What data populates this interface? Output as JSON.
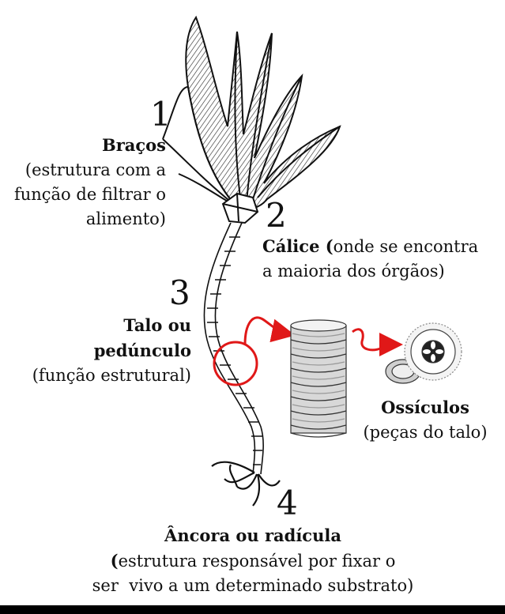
{
  "labels": {
    "one": {
      "number": "1",
      "title": "Braços",
      "desc_1": "(estrutura com a",
      "desc_2": "função de filtrar o",
      "desc_3": "alimento)"
    },
    "two": {
      "number": "2",
      "title": "Cálice (",
      "desc_1": "onde se encontra",
      "desc_2": "a maioria dos órgãos)"
    },
    "three": {
      "number": "3",
      "title_1": "Talo ou",
      "title_2": "pedúnculo",
      "desc": "(função estrutural)"
    },
    "ossicles": {
      "title": "Ossículos",
      "desc": "(peças do talo)"
    },
    "four": {
      "number": "4",
      "title": "Âncora ou radícula",
      "desc_open": "(",
      "desc_1": "estrutura responsável por fixar o",
      "desc_2": "ser  vivo a um determinado substrato)"
    }
  },
  "colors": {
    "highlight": "#e01818",
    "ink": "#111111",
    "background": "#ffffff"
  }
}
